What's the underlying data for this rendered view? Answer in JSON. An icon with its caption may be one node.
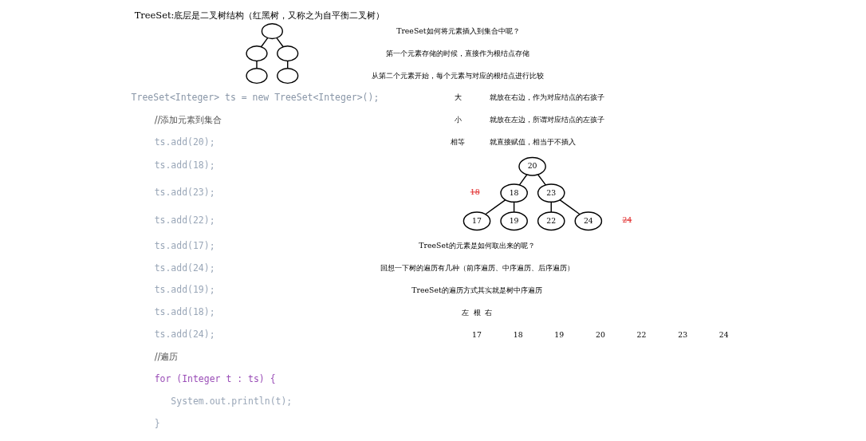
{
  "diagram": {
    "title": "TreeSet:底层是二叉树结构（红黑树，又称之为自平衡二叉树）",
    "nodes": [
      {
        "text": [],
        "shape": "circle"
      },
      {
        "text": [],
        "shape": "circle"
      },
      {
        "text": [],
        "shape": "circle"
      },
      {
        "text": [],
        "shape": "circle"
      },
      {
        "text": [],
        "shape": "circle"
      },
      {
        "text": [
          "20"
        ]
      },
      {
        "text": [
          "18"
        ]
      },
      {
        "text": [
          "23"
        ]
      },
      {
        "text": [
          "17"
        ]
      },
      {
        "text": [
          "19"
        ]
      },
      {
        "text": [
          "22"
        ]
      },
      {
        "text": [
          "24"
        ]
      }
    ],
    "edges": [
      {
        "from": 0,
        "to": 1,
        "arrow": "none"
      },
      {
        "from": 0,
        "to": 2,
        "arrow": "none"
      },
      {
        "from": 1,
        "to": 3,
        "arrow": "none"
      },
      {
        "from": 2,
        "to": 4,
        "arrow": "none"
      },
      {
        "from": 5,
        "to": 6,
        "arrow": "none"
      },
      {
        "from": 5,
        "to": 7,
        "arrow": "none"
      },
      {
        "from": 6,
        "to": 8,
        "arrow": "none"
      },
      {
        "from": 6,
        "to": 9,
        "arrow": "none"
      },
      {
        "from": 7,
        "to": 10,
        "arrow": "none"
      },
      {
        "from": 7,
        "to": 11,
        "arrow": "none"
      }
    ],
    "labels": [
      "TreeSet<Integer> ts = new TreeSet<Integer>();",
      "//添加元素到集合",
      "ts.add(20);",
      "ts.add(18);",
      "ts.add(23);",
      "ts.add(22);",
      "ts.add(17);",
      "ts.add(24);",
      "ts.add(19);",
      "ts.add(18);",
      "ts.add(24);",
      "//遍历",
      "for (Integer t : ts) {",
      "System.out.println(t);",
      "}",
      "TreeSet如何将元素插入到集合中呢？",
      "第一个元素存储的时候，直接作为根结点存储",
      "从第二个元素开始，每个元素与对应的根结点进行比较",
      "大",
      "就放在右边，作为对应结点的右孩子",
      "小",
      "就放在左边，所谓对应结点的左孩子",
      "相等",
      "就直接赋值，相当于不插入",
      "18",
      "24",
      "TreeSet的元素是如何取出来的呢？",
      "回想一下树的遍历有几种（前序遍历、中序遍历、后序遍历）",
      "TreeSet的遍历方式其实就是树中序遍历",
      "左  根  右",
      "17",
      "18",
      "19",
      "20",
      "22",
      "23",
      "24"
    ]
  }
}
